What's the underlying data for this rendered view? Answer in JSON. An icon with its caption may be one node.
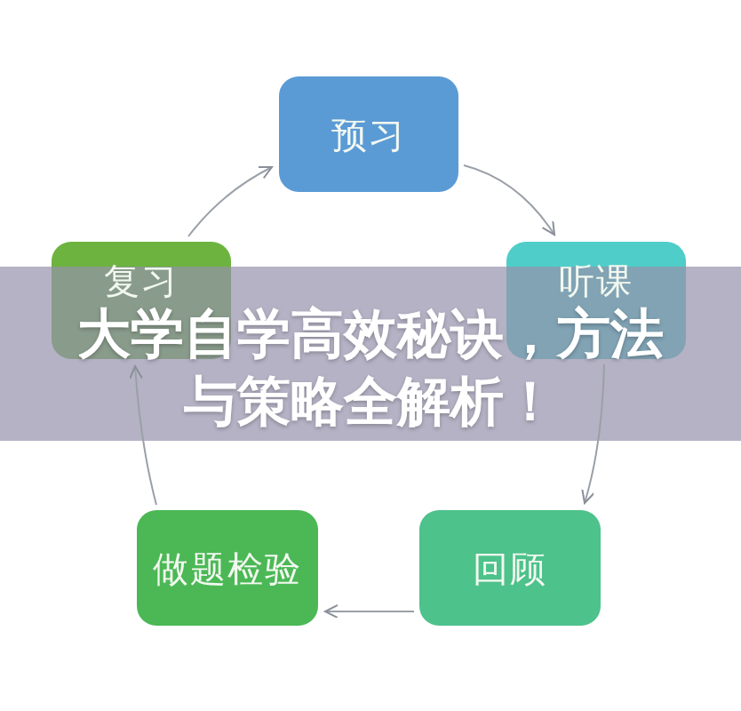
{
  "diagram": {
    "title": "大学自学高效秘诀，方法与策略全解析！",
    "nodes": [
      {
        "text": [
          "预习"
        ]
      },
      {
        "text": [
          "复习"
        ]
      },
      {
        "text": [
          "听课"
        ]
      },
      {
        "text": [
          "做题检验"
        ]
      },
      {
        "text": [
          "回顾"
        ]
      }
    ],
    "edges": [
      {
        "from": 0,
        "to": 2,
        "arrow": "to"
      },
      {
        "from": 2,
        "to": 4,
        "arrow": "to"
      },
      {
        "from": 4,
        "to": 3,
        "arrow": "to"
      },
      {
        "from": 3,
        "to": 1,
        "arrow": "to"
      },
      {
        "from": 1,
        "to": 0,
        "arrow": "to"
      }
    ]
  }
}
